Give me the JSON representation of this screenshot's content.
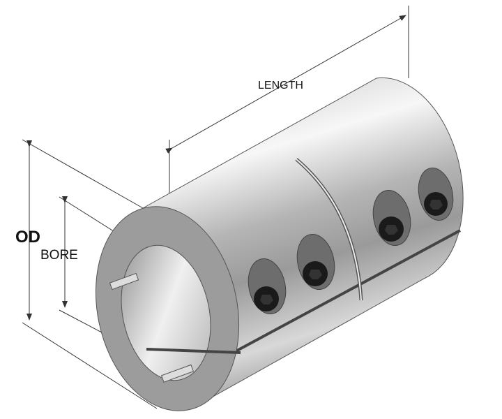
{
  "labels": {
    "length": "LENGTH",
    "od": "OD",
    "bore": "BORE"
  },
  "icons": [
    "shaft-coupling-illustration",
    "socket-head-screw"
  ],
  "colors": {
    "metal_light": "#e8e8e8",
    "metal_dark": "#8a8a8a",
    "face": "#9c9c9c",
    "screw": "#1a1a1a",
    "dimension_line": "#333333"
  }
}
